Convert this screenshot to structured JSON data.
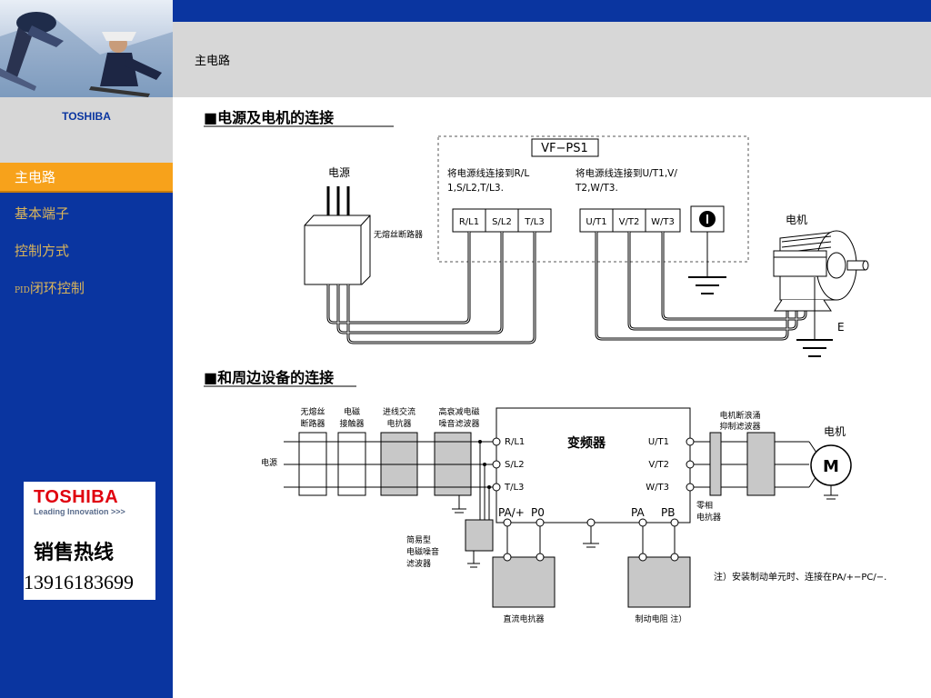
{
  "sidebar": {
    "brand": "TOSHIBA",
    "items": [
      {
        "label": "主电路",
        "prefix": ""
      },
      {
        "label": "基本端子",
        "prefix": ""
      },
      {
        "label": "控制方式",
        "prefix": ""
      },
      {
        "label": "闭环控制",
        "prefix": "PID"
      }
    ],
    "badge": {
      "brand": "TOSHIBA",
      "slogan": "Leading Innovation >>>",
      "hotline": "销售热线",
      "phone": "13916183699"
    }
  },
  "header": {
    "title": "主电路"
  },
  "section1": {
    "heading": "■电源及电机的连接",
    "model": "VF−PS1",
    "power_label": "电源",
    "breaker_label": "无熔丝断路器",
    "note_input_1": "将电源线连接到R/L",
    "note_input_2": "1,S/L2,T/L3.",
    "note_output_1": "将电源线连接到U/T1,V/",
    "note_output_2": "T2,W/T3.",
    "input_terminals": [
      "R/L1",
      "S/L2",
      "T/L3"
    ],
    "output_terminals": [
      "U/T1",
      "V/T2",
      "W/T3"
    ],
    "motor_label": "电机",
    "earth_label": "E"
  },
  "section2": {
    "heading": "■和周边设备的连接",
    "devices": [
      {
        "line1": "无熔丝",
        "line2": "断路器"
      },
      {
        "line1": "电磁",
        "line2": "接触器"
      },
      {
        "line1": "进线交流",
        "line2": "电抗器"
      },
      {
        "line1": "高衰减电磁",
        "line2": "噪音滤波器"
      }
    ],
    "power_label": "电源",
    "inverter_label": "变频器",
    "input_terminals": [
      "R/L1",
      "S/L2",
      "T/L3"
    ],
    "output_terminals": [
      "U/T1",
      "V/T2",
      "W/T3"
    ],
    "dc_terminals": [
      "PA/+",
      "P0"
    ],
    "brake_terminals": [
      "PA",
      "PB"
    ],
    "surge_filter_line1": "电机断浪涌",
    "surge_filter_line2": "抑制滤波器",
    "motor_label": "电机",
    "motor_symbol": "M",
    "zero_phase_line1": "零相",
    "zero_phase_line2": "电抗器",
    "simple_filter_line1": "简易型",
    "simple_filter_line2": "电磁噪音",
    "simple_filter_line3": "滤波器",
    "dc_reactor_label": "直流电抗器",
    "brake_resistor_label": "制动电阻 注）",
    "note": "注）安装制动单元时、连接在PA/+−PC/−."
  },
  "colors": {
    "sidebar_blue": "#0a35a0",
    "active_orange": "#f7a21b",
    "header_gray": "#d7d7d7",
    "toshiba_red": "#e0000e"
  }
}
